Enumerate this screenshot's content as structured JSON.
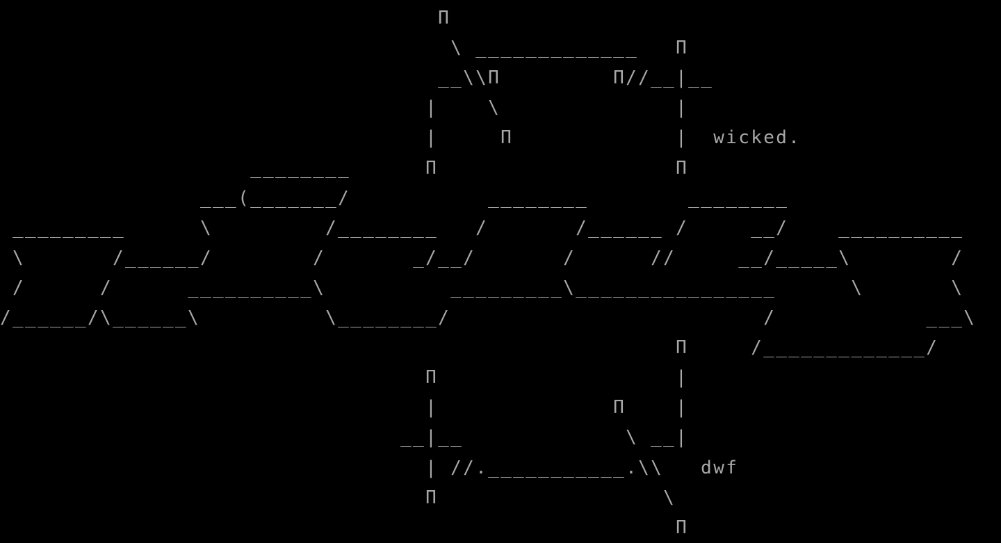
{
  "colors": {
    "background": "#000000",
    "foreground": "#a8a8a8"
  },
  "ascii_art": {
    "rows": [
      "                                   Π",
      "                                    \\ _____________   Π",
      "                                   __\\\\Π         Π//__|__",
      "                                  |    \\              |",
      "                                  |     Π             |  wicked.",
      "                    ________      Π                   Π",
      "                ___(_______/           ________        ________",
      " _________      \\         /________   /       /______ /     __/    __________",
      " \\       /______/        /       _/__/       /      //     __/_____\\        /",
      " /      /      __________\\          _________\\________________      \\       \\",
      "/______/\\______\\          \\________/                         /            ___\\",
      "                                                      Π     /_____________/",
      "                                  Π                   |",
      "                                  |              Π    |",
      "                                __|__             \\ __|",
      "                                  | //.___________.\\\\   dwf",
      "                                  Π                  \\",
      "                                                      Π"
    ]
  }
}
